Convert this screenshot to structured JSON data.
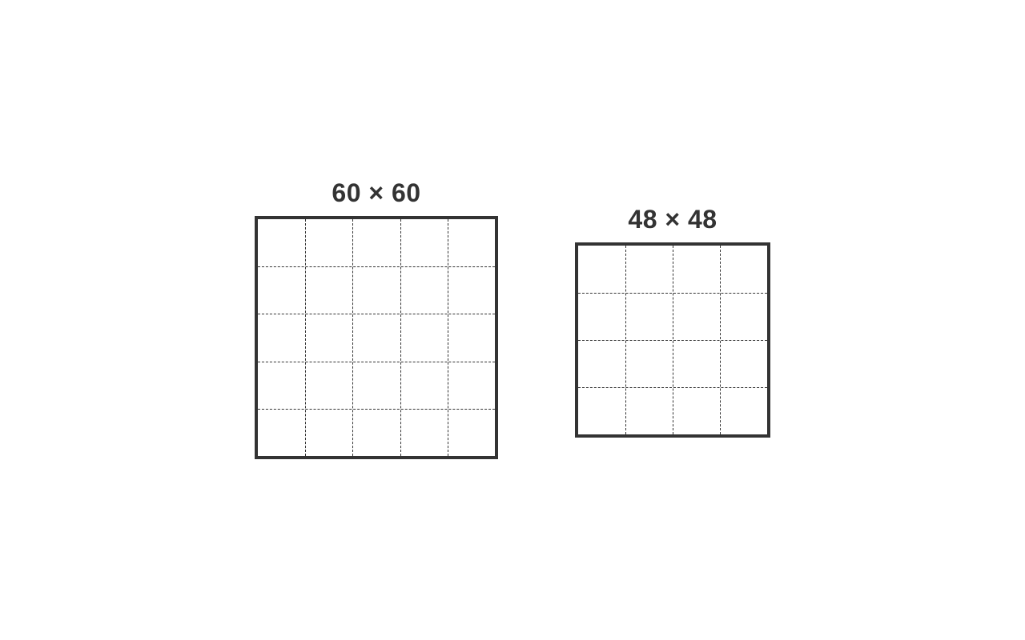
{
  "diagrams": [
    {
      "id": "grid-large",
      "label": "60 × 60",
      "cells_per_side": 5
    },
    {
      "id": "grid-small",
      "label": "48 × 48",
      "cells_per_side": 4
    }
  ],
  "colors": {
    "stroke": "#333333",
    "background": "#ffffff"
  }
}
